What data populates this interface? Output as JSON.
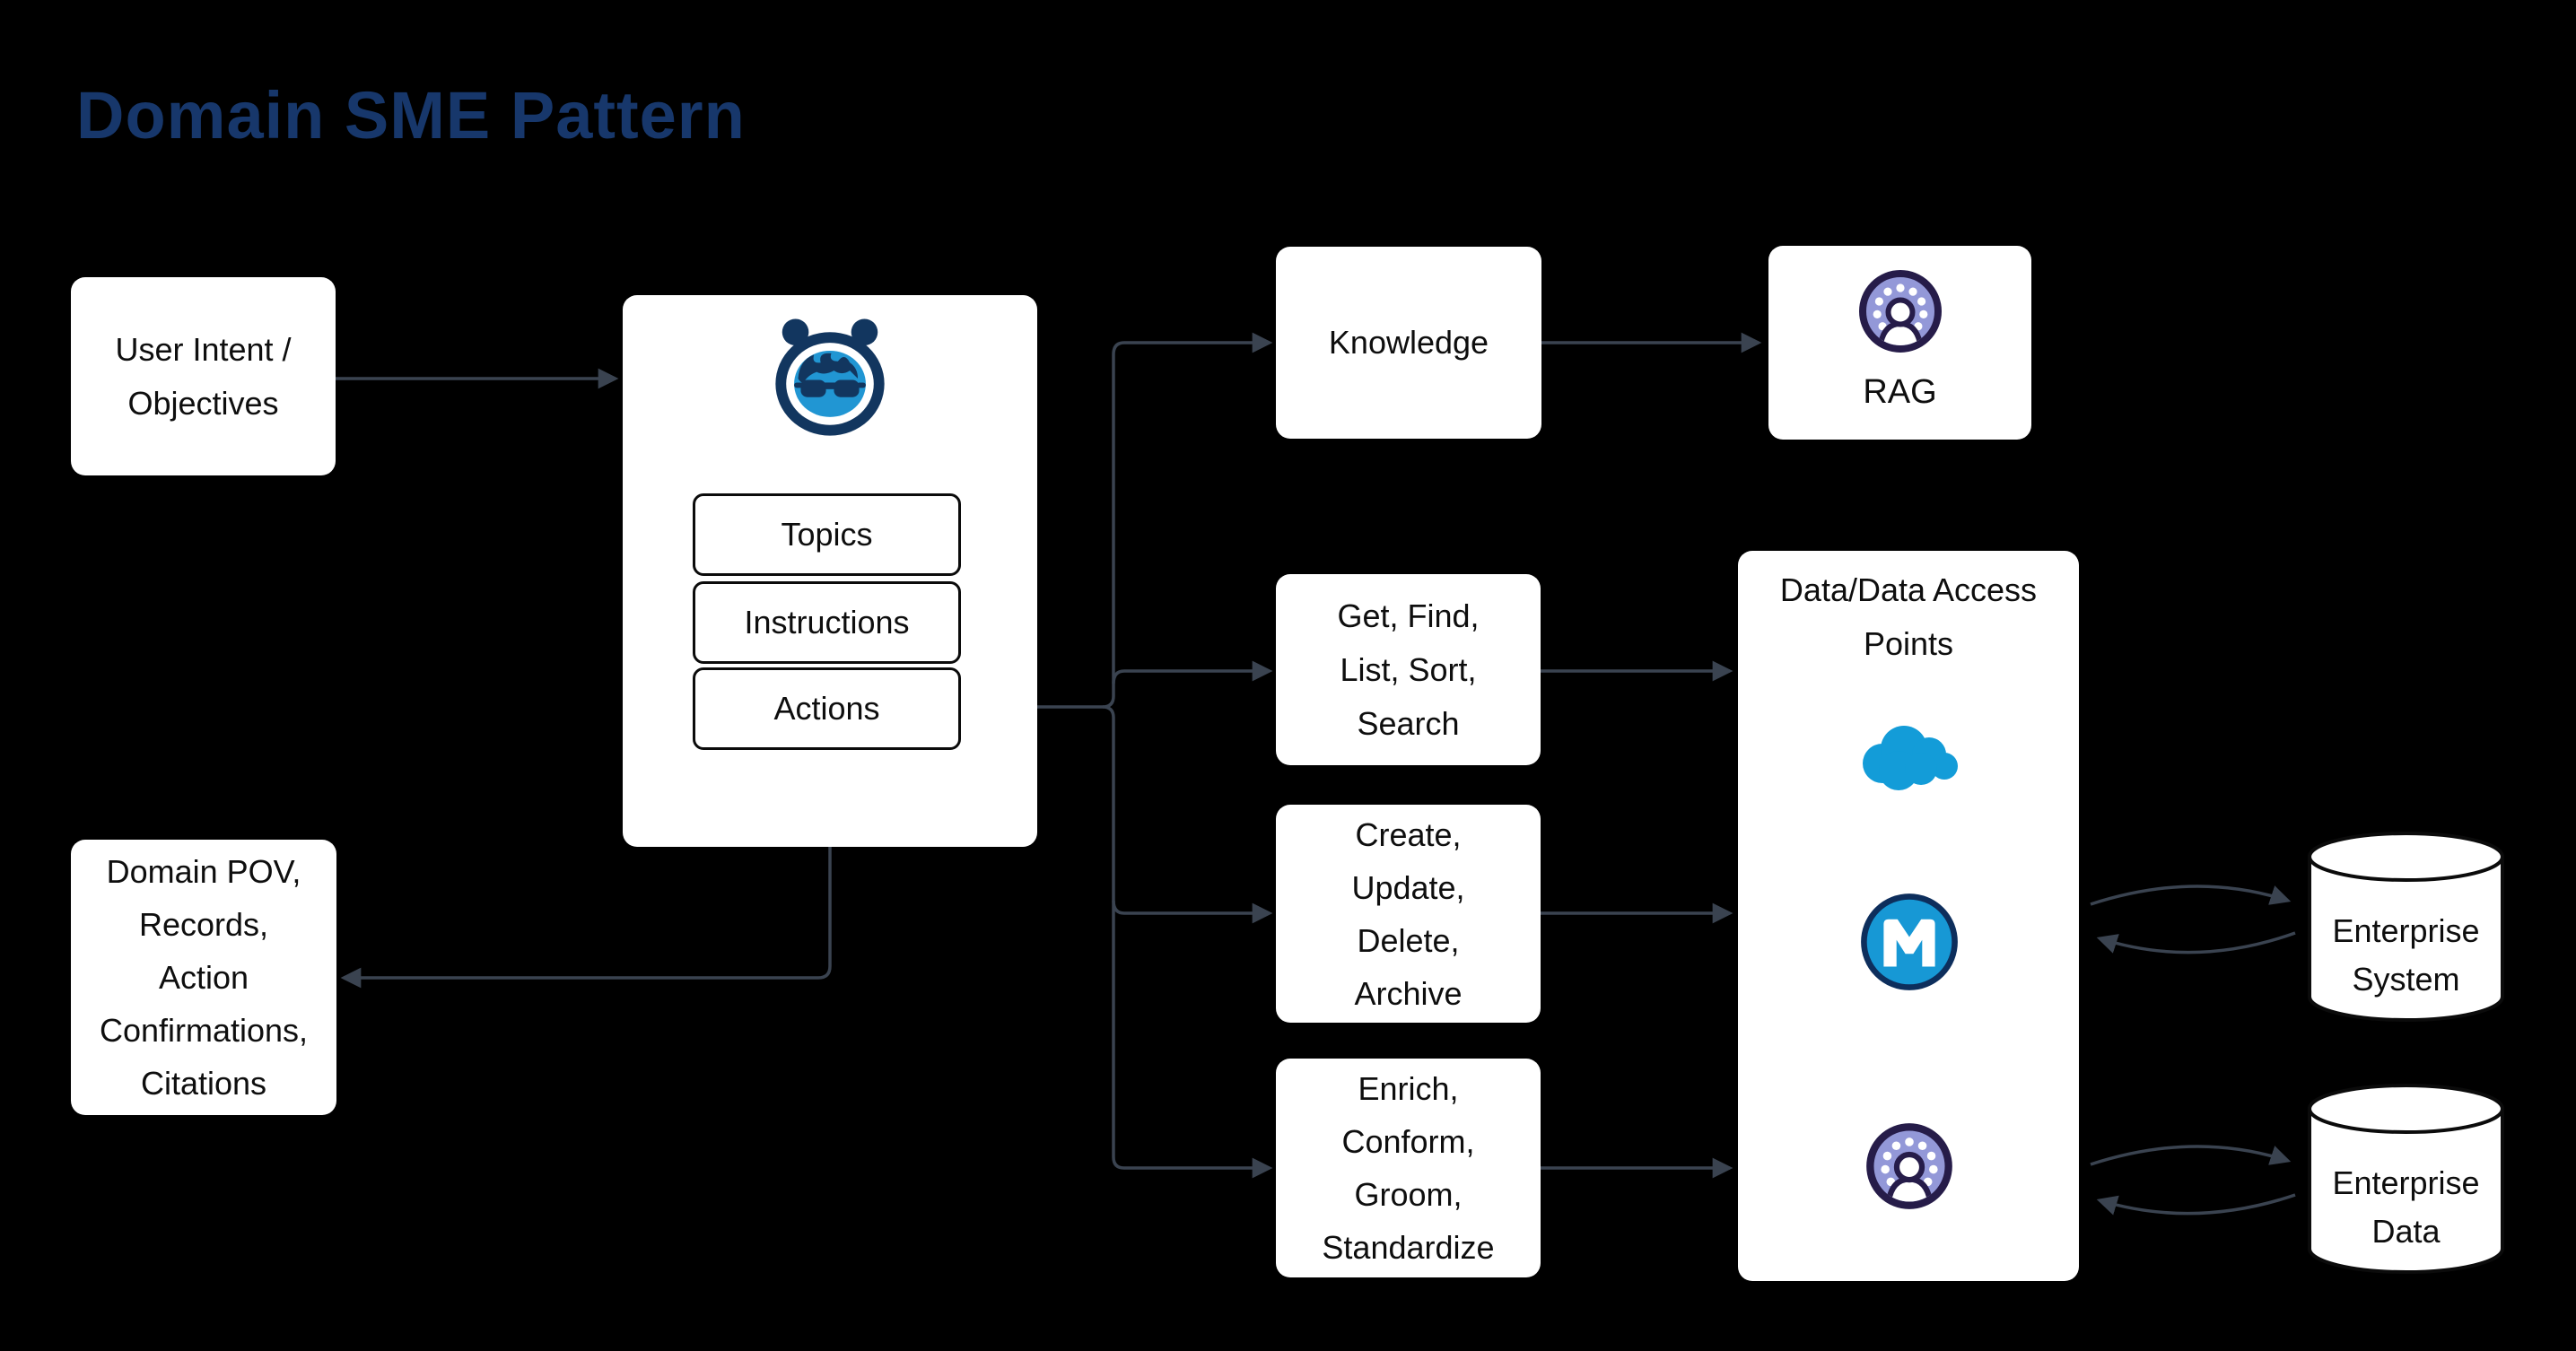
{
  "title": "Domain SME Pattern",
  "colors": {
    "background": "#000000",
    "title_navy": "#17376B",
    "arrow_slate": "#3A4350",
    "node_white": "#FFFFFF",
    "text_dark": "#0E0E0E",
    "salesforce_blue": "#139CD8",
    "mulesoft_blue": "#1798D5",
    "mulesoft_ring": "#0D2E5C",
    "mascot_navy": "#12365F",
    "mascot_blue": "#2196D3",
    "library_lavender": "#9398D8",
    "library_outline": "#261C49"
  },
  "nodes": {
    "user_intent": {
      "lines": [
        "User Intent /",
        "Objectives"
      ]
    },
    "agent": {
      "icon": "agentforce-mascot-icon",
      "components": {
        "topics": "Topics",
        "instructions": "Instructions",
        "actions": "Actions"
      }
    },
    "knowledge": {
      "label": "Knowledge"
    },
    "rag": {
      "label": "RAG",
      "icon": "data-library-icon"
    },
    "retrieve": {
      "lines": [
        "Get, Find,",
        "List, Sort,",
        "Search"
      ]
    },
    "mutate": {
      "lines": [
        "Create,",
        "Update,",
        "Delete,",
        "Archive"
      ]
    },
    "transform": {
      "lines": [
        "Enrich,",
        "Conform,",
        "Groom,",
        "Standardize"
      ]
    },
    "data_access": {
      "title_lines": [
        "Data/Data Access",
        "Points"
      ],
      "icons": [
        "salesforce-cloud-icon",
        "mulesoft-icon",
        "data-library-icon"
      ]
    },
    "domain_pov": {
      "lines": [
        "Domain POV,",
        "Records,",
        "Action",
        "Confirmations,",
        "Citations"
      ]
    },
    "enterprise_system": {
      "lines": [
        "Enterprise",
        "System"
      ]
    },
    "enterprise_data": {
      "lines": [
        "Enterprise",
        "Data"
      ]
    }
  }
}
